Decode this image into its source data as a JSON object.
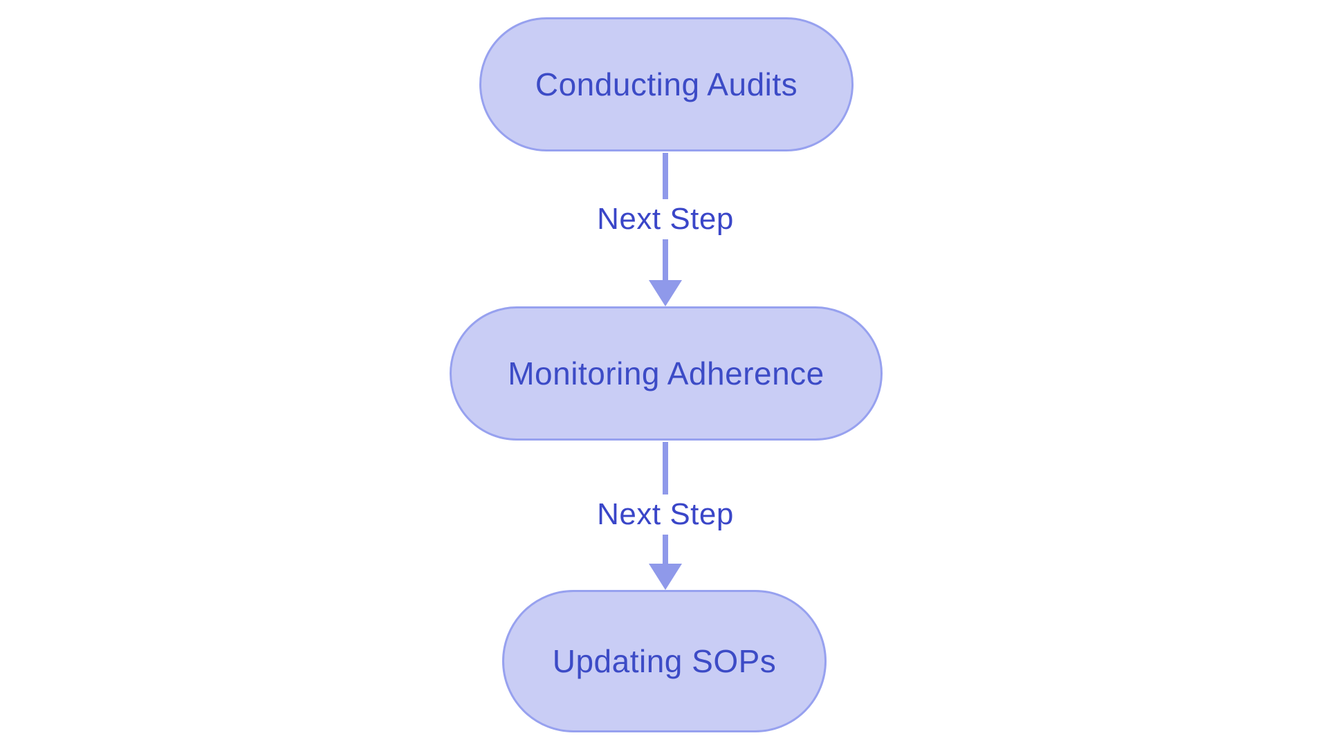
{
  "diagram": {
    "type": "flowchart",
    "direction": "top-down",
    "colors": {
      "background": "#ffffff",
      "node_fill": "#c9cdf5",
      "node_border": "#97a1ef",
      "edge_line": "#8f99ea",
      "node_text": "#3c4bc6",
      "edge_label_text": "#3a46c8"
    },
    "nodes": [
      {
        "id": "conducting-audits",
        "label": "Conducting Audits"
      },
      {
        "id": "monitoring-adherence",
        "label": "Monitoring Adherence"
      },
      {
        "id": "updating-sops",
        "label": "Updating SOPs"
      }
    ],
    "edges": [
      {
        "from": "conducting-audits",
        "to": "monitoring-adherence",
        "label": "Next Step"
      },
      {
        "from": "monitoring-adherence",
        "to": "updating-sops",
        "label": "Next Step"
      }
    ]
  }
}
